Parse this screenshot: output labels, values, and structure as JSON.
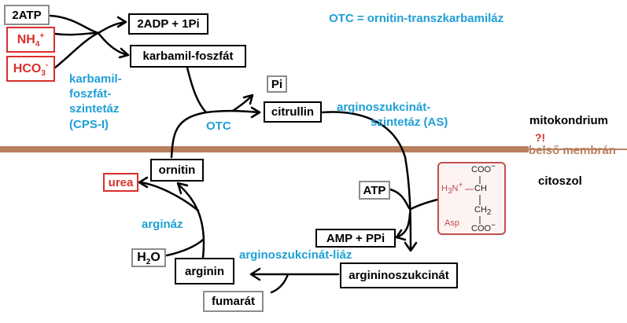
{
  "boxes": {
    "atp2": "2ATP",
    "nh4_base": "NH",
    "nh4_sub": "4",
    "nh4_sup": "+",
    "hco3_base": "HCO",
    "hco3_sub": "3",
    "hco3_sup": "-",
    "adp": "2ADP + 1Pi",
    "karbamil": "karbamil-foszfát",
    "pi": "Pi",
    "citrullin": "citrullin",
    "ornitin": "ornitin",
    "urea": "urea",
    "atp": "ATP",
    "amp": "AMP + PPi",
    "arginin": "arginin",
    "h2o_a": "H",
    "h2o_sub": "2",
    "h2o_b": "O",
    "argininoszukcinat": "argininoszukcinát",
    "fumarat": "fumarát"
  },
  "labels": {
    "otc_def": "OTC = ornitin-transzkarbamiláz",
    "cps_line1": "karbamil-",
    "cps_line2": "foszfát-",
    "cps_line3": "szintetáz",
    "cps_line4": "(CPS-I)",
    "otc": "OTC",
    "as_line1": "arginoszukcinát-",
    "as_line2": "szintetáz (AS)",
    "mitokondrium": "mitokondrium",
    "exclaim": "?!",
    "membran": "belső membrán",
    "citoszol": "citoszol",
    "arginaz": "argináz",
    "liaz": "arginoszukcinát-liáz"
  },
  "aspartate": {
    "coo_top": "COO",
    "coo_top_sup": "−",
    "h3n": "H",
    "h3n_sub": "3",
    "h3n_n": "N",
    "h3n_sup": "+",
    "ch": "CH",
    "ch2": "CH",
    "ch2_sub": "2",
    "coo_bottom": "COO",
    "coo_bottom_sup": "−",
    "name": "Asp"
  },
  "colors": {
    "blue": "#1e9fd6",
    "red": "#d9302c",
    "membrane": "#b9805f",
    "gray_border": "#8c8c8c"
  }
}
